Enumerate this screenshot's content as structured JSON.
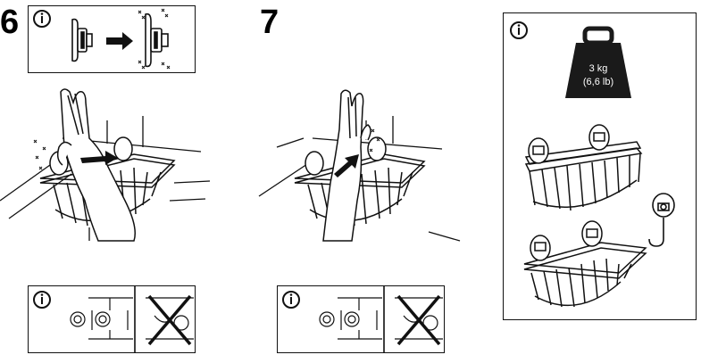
{
  "steps": [
    {
      "number": "6"
    },
    {
      "number": "7"
    }
  ],
  "info_panel": {
    "weight_value": "3 kg",
    "weight_imperial": "(6,6 lb)"
  },
  "icons": {
    "info": "info-icon",
    "arrow": "arrow-right-icon",
    "weight": "weight-icon",
    "forbidden": "cross-out-icon"
  },
  "colors": {
    "ink": "#111111",
    "weight_fill": "#1a1a1a",
    "background": "#ffffff"
  }
}
